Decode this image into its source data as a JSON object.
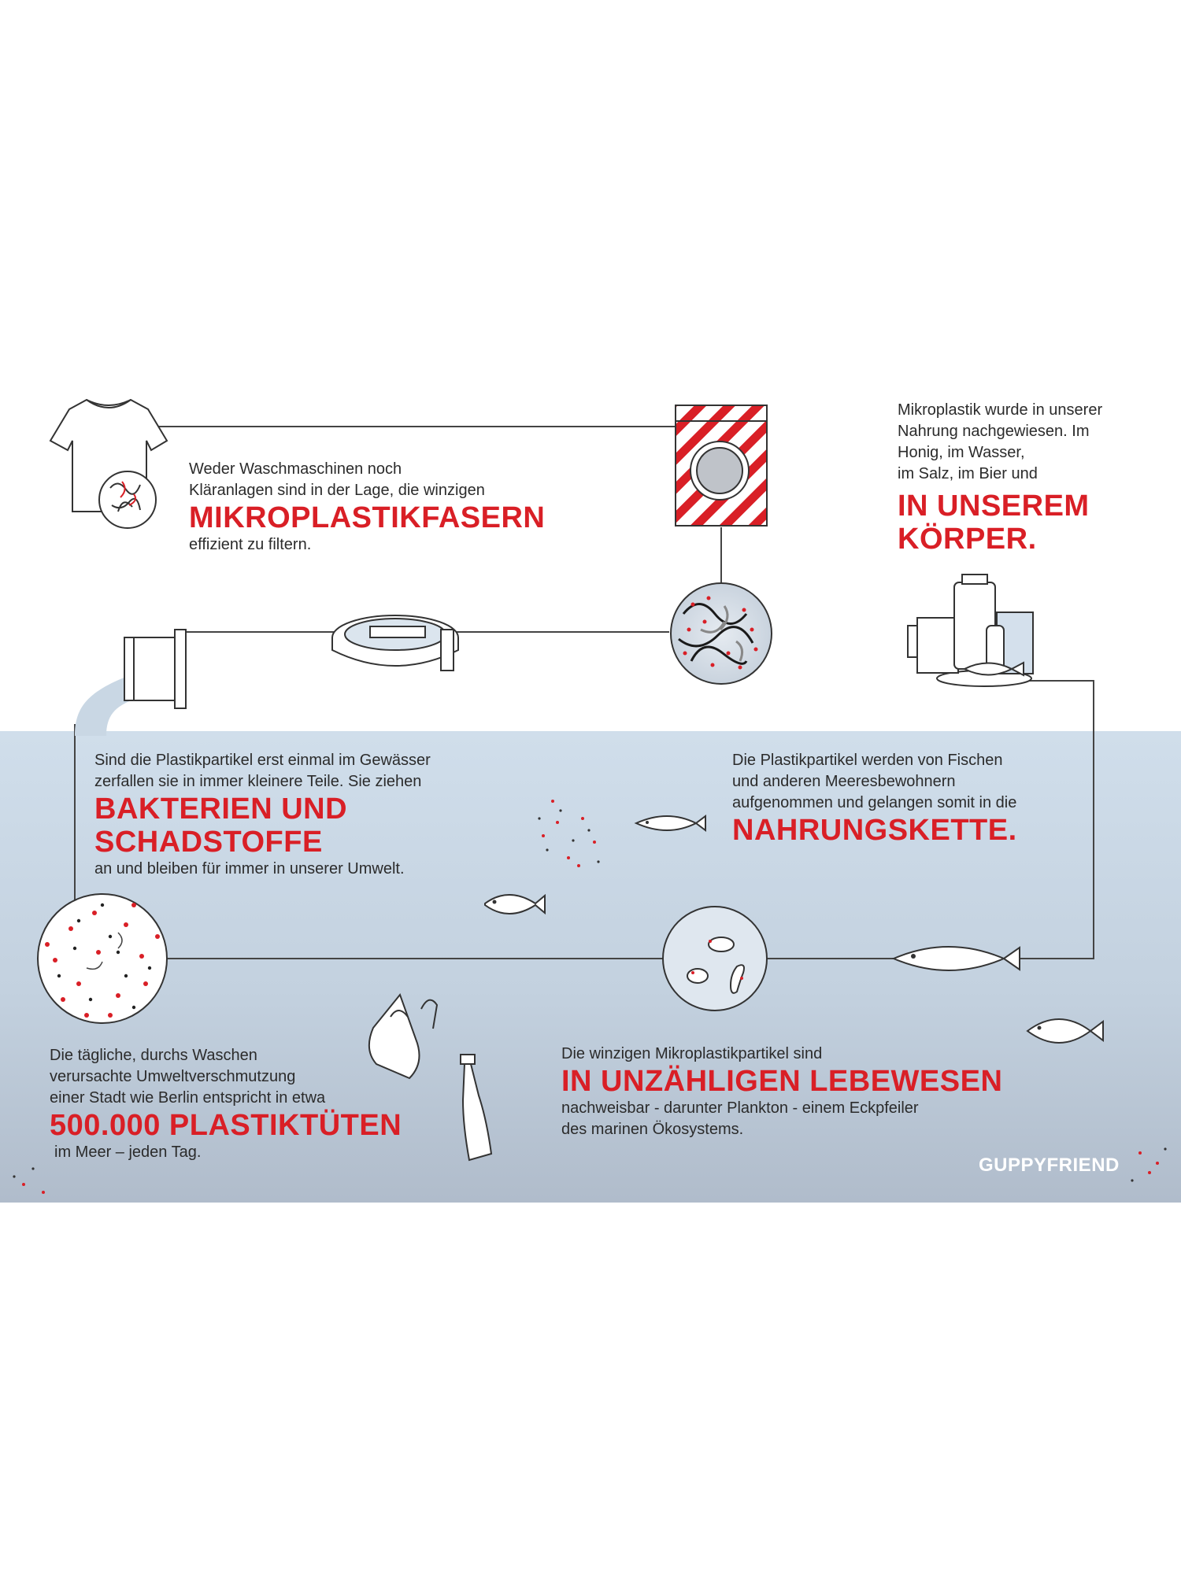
{
  "colors": {
    "accent": "#d91f26",
    "line": "#444444",
    "sea_top": "#d0deeb",
    "sea_bottom": "#b0bccb"
  },
  "steps": {
    "washing": {
      "lines": [
        "Weder Waschmaschinen noch",
        "Kläranlagen sind in der Lage, die winzigen"
      ],
      "highlight": "MIKROPLASTIKFASERN",
      "after": [
        "effizient zu filtern."
      ]
    },
    "body": {
      "lines": [
        "Mikroplastik wurde in unserer",
        "Nahrung nachgewiesen. Im",
        "Honig, im Wasser,",
        "im Salz, im Bier und"
      ],
      "highlight": [
        "IN UNSEREM",
        "KÖRPER."
      ]
    },
    "bacteria": {
      "lines": [
        "Sind die Plastikpartikel erst einmal im Gewässer",
        "zerfallen sie in immer kleinere Teile. Sie ziehen"
      ],
      "highlight": [
        "BAKTERIEN UND",
        "SCHADSTOFFE"
      ],
      "after": [
        "an und bleiben für immer in unserer Umwelt."
      ]
    },
    "foodchain": {
      "lines": [
        "Die Plastikpartikel werden von Fischen",
        "und anderen Meeresbewohnern",
        "aufgenommen und gelangen somit in die"
      ],
      "highlight": "NAHRUNGSKETTE."
    },
    "berlin": {
      "lines": [
        "Die tägliche, durchs Waschen",
        "verursachte Umweltverschmutzung",
        "einer Stadt wie Berlin entspricht in etwa"
      ],
      "highlight": "500.000 PLASTIKTÜTEN",
      "after": [
        "im Meer – jeden Tag."
      ]
    },
    "organisms": {
      "lines": [
        "Die winzigen Mikroplastikpartikel sind"
      ],
      "highlight": "IN UNZÄHLIGEN LEBEWESEN",
      "after": [
        "nachweisbar - darunter Plankton - einem Eckpfeiler",
        "des marinen Ökosystems."
      ]
    }
  },
  "brand": "GUPPYFRIEND",
  "icons": [
    "tshirt-icon",
    "washing-machine-icon",
    "microfiber-circle-icon",
    "treatment-plant-icon",
    "drain-pipe-icon",
    "food-items-icon",
    "fish-icon",
    "particle-circle-icon",
    "plankton-circle-icon",
    "plastic-bag-icon",
    "plastic-bottle-icon"
  ]
}
